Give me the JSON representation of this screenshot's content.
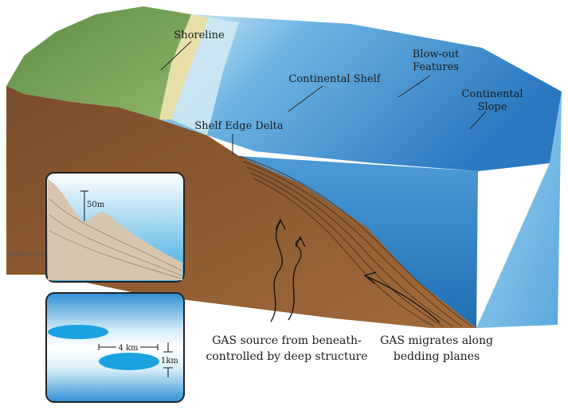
{
  "labels": {
    "shoreline": "Shoreline",
    "continental_shelf": "Continental Shelf",
    "blowout_line1": "Blow-out",
    "blowout_line2": "Features",
    "slope_line1": "Continental",
    "slope_line2": "Slope",
    "shelf_edge_delta": "Shelf Edge Delta",
    "gas_source_line1": "GAS source from beneath-",
    "gas_source_line2": "controlled by deep structure",
    "gas_migrates_line1": "GAS migrates along",
    "gas_migrates_line2": "bedding planes"
  },
  "inset_profile": {
    "scale_label": "50m"
  },
  "inset_plan": {
    "width_label": "4 km",
    "depth_label": "1km"
  },
  "signature": "OBERLANDER",
  "colors": {
    "sediment": "#8a5a32",
    "water_light": "#bfe3f5",
    "water_deep": "#2f7fc2",
    "land": "#6f9a55",
    "beach": "#e8dfa8",
    "gas_pocket": "#1aa3e0"
  }
}
